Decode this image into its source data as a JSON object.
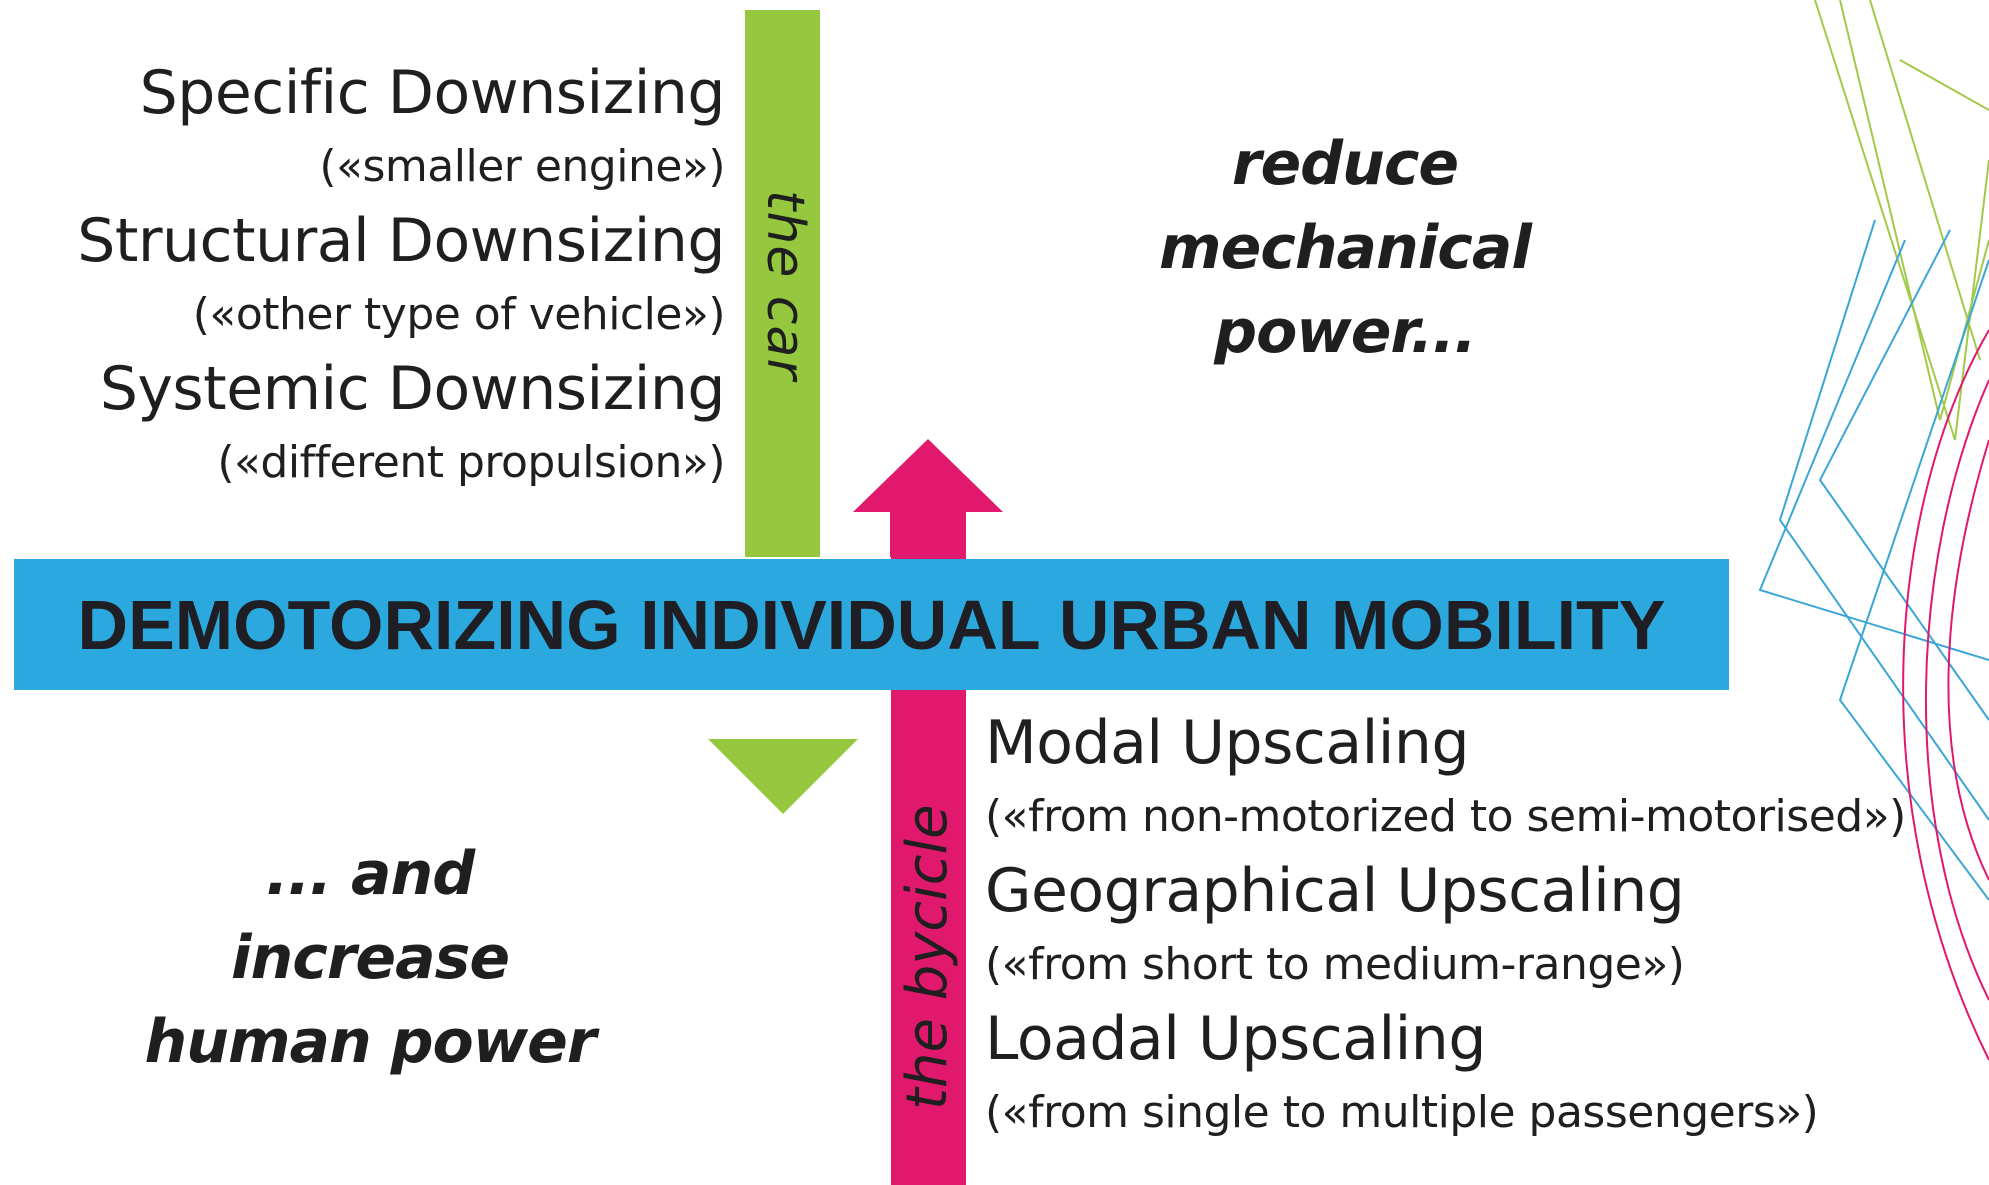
{
  "banner": {
    "title": "DEMOTORIZING INDIVIDUAL URBAN MOBILITY"
  },
  "axes": {
    "car_label": "the car",
    "bicycle_label": "the bycicle"
  },
  "downsizing": [
    {
      "title": "Specific Downsizing",
      "subtitle": "(«smaller engine»)"
    },
    {
      "title": "Structural Downsizing",
      "subtitle": "(«other type of vehicle»)"
    },
    {
      "title": "Systemic Downsizing",
      "subtitle": "(«different propulsion»)"
    }
  ],
  "upscaling": [
    {
      "title": "Modal Upscaling",
      "subtitle": "(«from non-motorized to semi-motorised»)"
    },
    {
      "title": "Geographical Upscaling",
      "subtitle": "(«from short to medium-range»)"
    },
    {
      "title": "Loadal Upscaling",
      "subtitle": "(«from single to multiple passengers»)"
    }
  ],
  "statements": {
    "reduce": [
      "reduce",
      "mechanical",
      "power..."
    ],
    "increase": [
      "... and",
      "increase",
      "human power"
    ]
  },
  "colors": {
    "car": "#95c83f",
    "bicycle": "#e0196d",
    "banner": "#2ba9de",
    "text": "#1f1f1f"
  }
}
